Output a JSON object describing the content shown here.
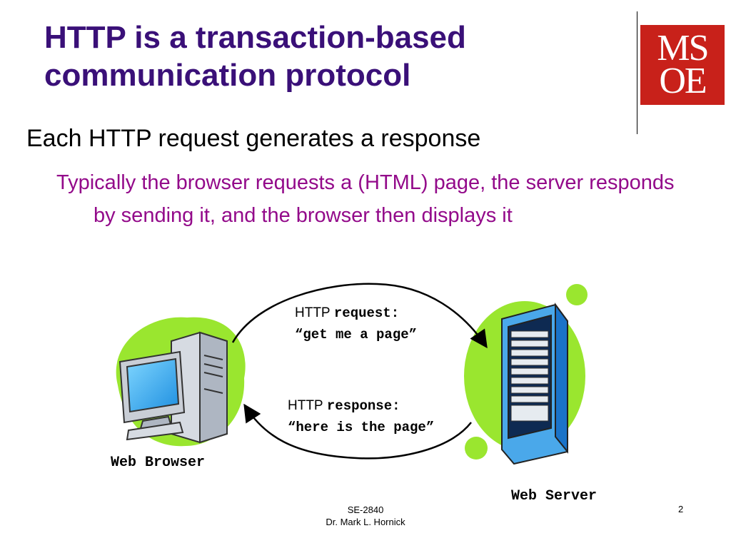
{
  "slide": {
    "title_line1": "HTTP is a transaction-based",
    "title_line2": "communication protocol",
    "bullet_level1": "Each HTTP request generates a response",
    "bullet_level2": "Typically the browser requests a (HTML) page, the server responds by sending it, and the browser then displays it"
  },
  "logo": {
    "line1": "MS",
    "line2": "OE",
    "color": "#c8211a"
  },
  "diagram": {
    "request": {
      "prefix": "HTTP",
      "keyword": "request:",
      "quote": "“get me a page”"
    },
    "response": {
      "prefix": "HTTP",
      "keyword": "response:",
      "quote": "“here is the page”"
    },
    "client_caption": "Web Browser",
    "server_caption": "Web Server",
    "blob_color": "#9ae62f"
  },
  "footer": {
    "course": "SE-2840",
    "author": "Dr. Mark L. Hornick",
    "page_number": "2"
  },
  "colors": {
    "title": "#3a1078",
    "bullet2": "#930a8a"
  }
}
